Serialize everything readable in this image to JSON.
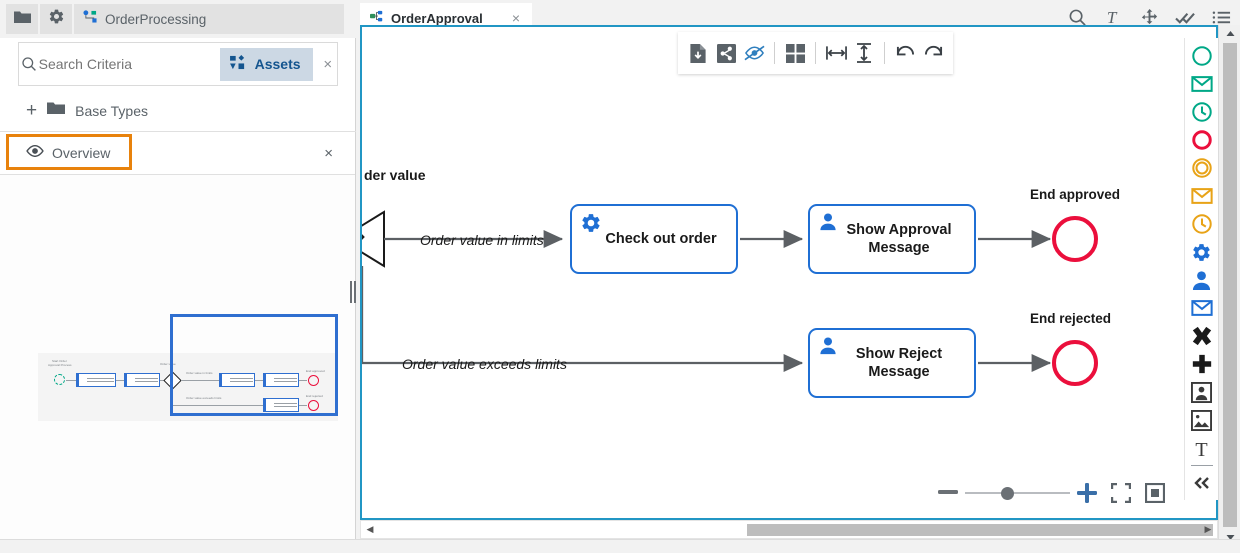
{
  "window": {
    "project_tab": {
      "label": "OrderProcessing",
      "icon": "project-icon"
    },
    "toolbar_buttons": [
      {
        "name": "folder-icon",
        "label": ""
      },
      {
        "name": "gear-icon",
        "label": ""
      }
    ],
    "right_icons": [
      {
        "name": "search-icon"
      },
      {
        "name": "text-format-icon"
      },
      {
        "name": "move-icon"
      },
      {
        "name": "validate-icon"
      },
      {
        "name": "list-menu-icon"
      }
    ]
  },
  "document_tab": {
    "label": "OrderApproval",
    "close": "×",
    "icon": "diagram-icon"
  },
  "left_panel": {
    "search": {
      "placeholder": "Search Criteria",
      "value": "",
      "icon": "search-icon",
      "clear": "×"
    },
    "assets_button": {
      "label": "Assets",
      "icon": "assets-icon",
      "bg": "#ccd8e4",
      "fg": "#14558f"
    },
    "base_types": {
      "label": "Base Types",
      "add": "+",
      "icon": "folder-icon"
    },
    "overview": {
      "label": "Overview",
      "close": "×",
      "icon": "eye-icon",
      "highlight_color": "#e8820c",
      "minimap": {
        "viewport_color": "#2f6fd0",
        "labels": [
          "Start Order\nApproval Process",
          "Order value",
          "End approved",
          "End rejected"
        ]
      }
    }
  },
  "canvas": {
    "border_color": "#2196c4",
    "float_toolbar": [
      {
        "name": "export-file-icon"
      },
      {
        "name": "share-icon"
      },
      {
        "name": "hide-icon"
      },
      {
        "name": "grid-icon"
      },
      {
        "name": "distribute-horizontal-icon"
      },
      {
        "name": "distribute-vertical-icon"
      },
      {
        "name": "undo-icon"
      },
      {
        "name": "redo-icon"
      }
    ],
    "gateway": {
      "label": "der value",
      "type": "exclusive-gateway"
    },
    "flows": [
      {
        "label": "Order value in limits"
      },
      {
        "label": "Order value exceeds limits"
      }
    ],
    "tasks": [
      {
        "label": "Check out order",
        "icon": "service-task-icon",
        "icon_color": "#1f6fd4"
      },
      {
        "label": "Show Approval\nMessage",
        "line1": "Show Approval",
        "line2": "Message",
        "icon": "user-task-icon",
        "icon_color": "#1f6fd4"
      },
      {
        "label": "Show Reject\nMessage",
        "line1": "Show Reject",
        "line2": "Message",
        "icon": "user-task-icon",
        "icon_color": "#1f6fd4"
      }
    ],
    "end_events": [
      {
        "label": "End approved",
        "color": "#eb0f3c"
      },
      {
        "label": "End rejected",
        "color": "#eb0f3c"
      }
    ],
    "zoom_controls": {
      "minus": "−",
      "plus": "+",
      "slider_percent": 38,
      "fit_icon": "fit-screen-icon",
      "actual_size_icon": "actual-size-icon"
    }
  },
  "palette": {
    "items": [
      {
        "name": "start-event-icon",
        "color": "#00a887"
      },
      {
        "name": "start-message-event-icon",
        "color": "#00a887"
      },
      {
        "name": "start-timer-event-icon",
        "color": "#00a887"
      },
      {
        "name": "end-event-icon",
        "color": "#eb0f3c"
      },
      {
        "name": "intermediate-event-icon",
        "color": "#e8a317"
      },
      {
        "name": "intermediate-message-event-icon",
        "color": "#e8a317"
      },
      {
        "name": "intermediate-timer-event-icon",
        "color": "#e8a317"
      },
      {
        "name": "service-task-icon",
        "color": "#1f6fd4"
      },
      {
        "name": "user-task-icon",
        "color": "#1f6fd4"
      },
      {
        "name": "send-task-icon",
        "color": "#1f6fd4"
      },
      {
        "name": "exclusive-gateway-icon",
        "color": "#1a1a1a"
      },
      {
        "name": "parallel-gateway-icon",
        "color": "#1a1a1a"
      },
      {
        "name": "pool-icon",
        "color": "#3a3a3a"
      },
      {
        "name": "image-icon",
        "color": "#3a3a3a"
      },
      {
        "name": "text-annotation-icon",
        "color": "#3a3a3a"
      },
      {
        "name": "collapse-palette-icon",
        "color": "#3a3a3a"
      }
    ]
  }
}
